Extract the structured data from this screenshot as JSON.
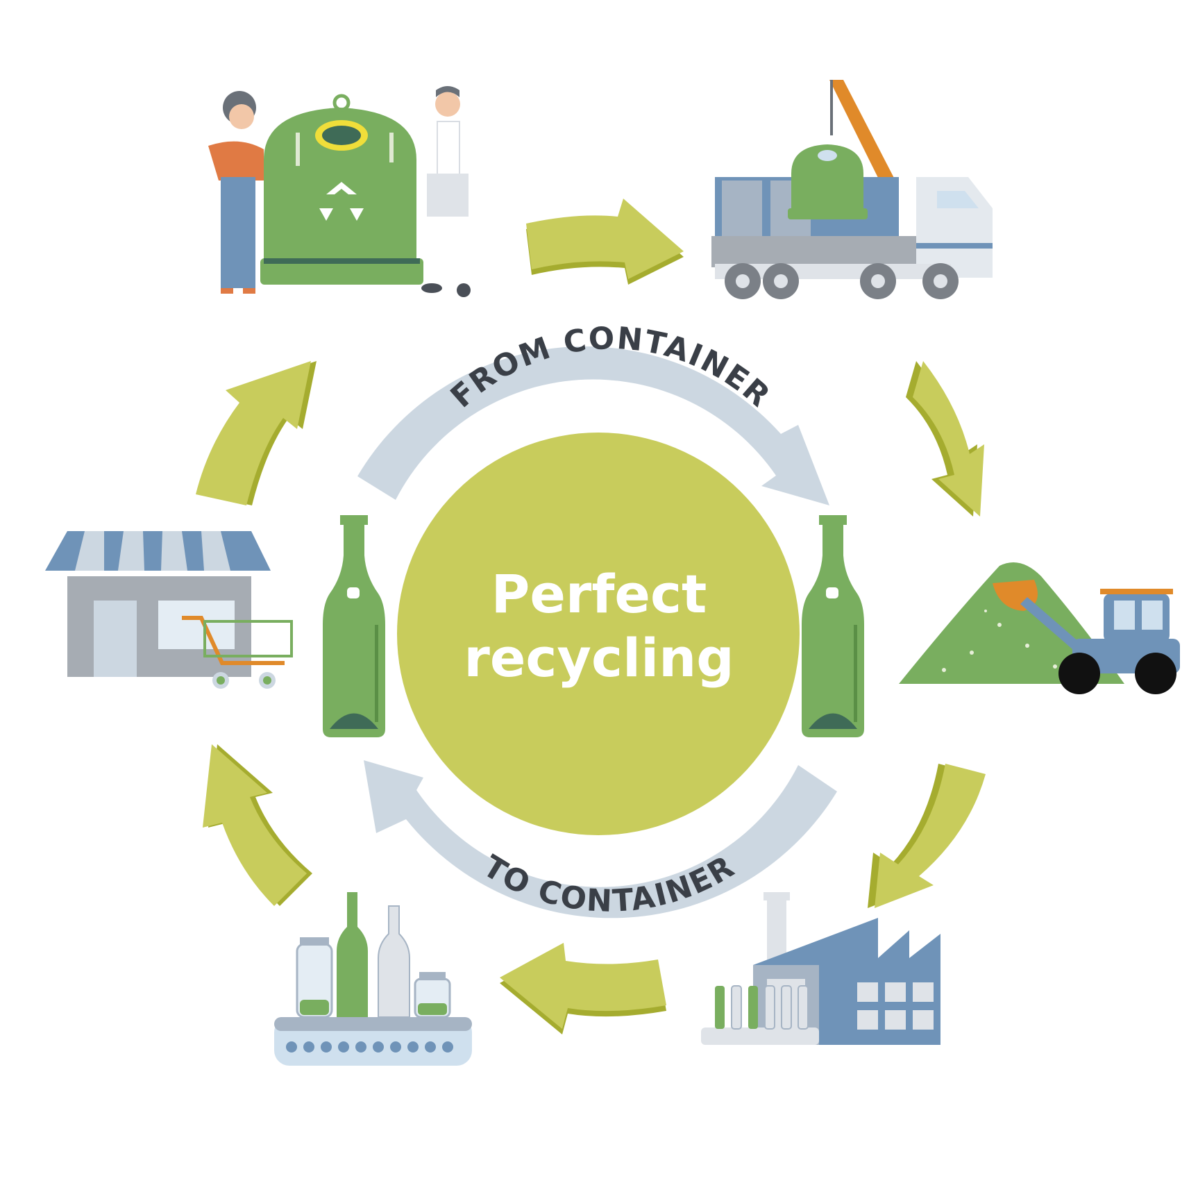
{
  "center": {
    "line1": "Perfect",
    "line2": "recycling"
  },
  "inner_cycle": {
    "top_label": "FROM CONTAINER",
    "bottom_label": "TO CONTAINER"
  },
  "stages": [
    {
      "name": "deposit-in-container",
      "icon": "people-at-recycling-bin-icon"
    },
    {
      "name": "collection",
      "icon": "crane-truck-icon"
    },
    {
      "name": "treatment",
      "icon": "cullet-pile-bulldozer-icon"
    },
    {
      "name": "manufacturing",
      "icon": "glass-factory-icon"
    },
    {
      "name": "packaging",
      "icon": "filled-jars-conveyor-icon"
    },
    {
      "name": "retail",
      "icon": "shop-with-cart-icon"
    }
  ],
  "colors": {
    "cycle_arrow": "#c8cc5c",
    "cycle_arrow_shadow": "#a5ac2f",
    "center_circle": "#c8cc5c",
    "inner_arrow": "#ccd7e1",
    "bin_green": "#79ae5f",
    "steel_blue": "#6f93b8",
    "grey": "#a6acb3"
  }
}
